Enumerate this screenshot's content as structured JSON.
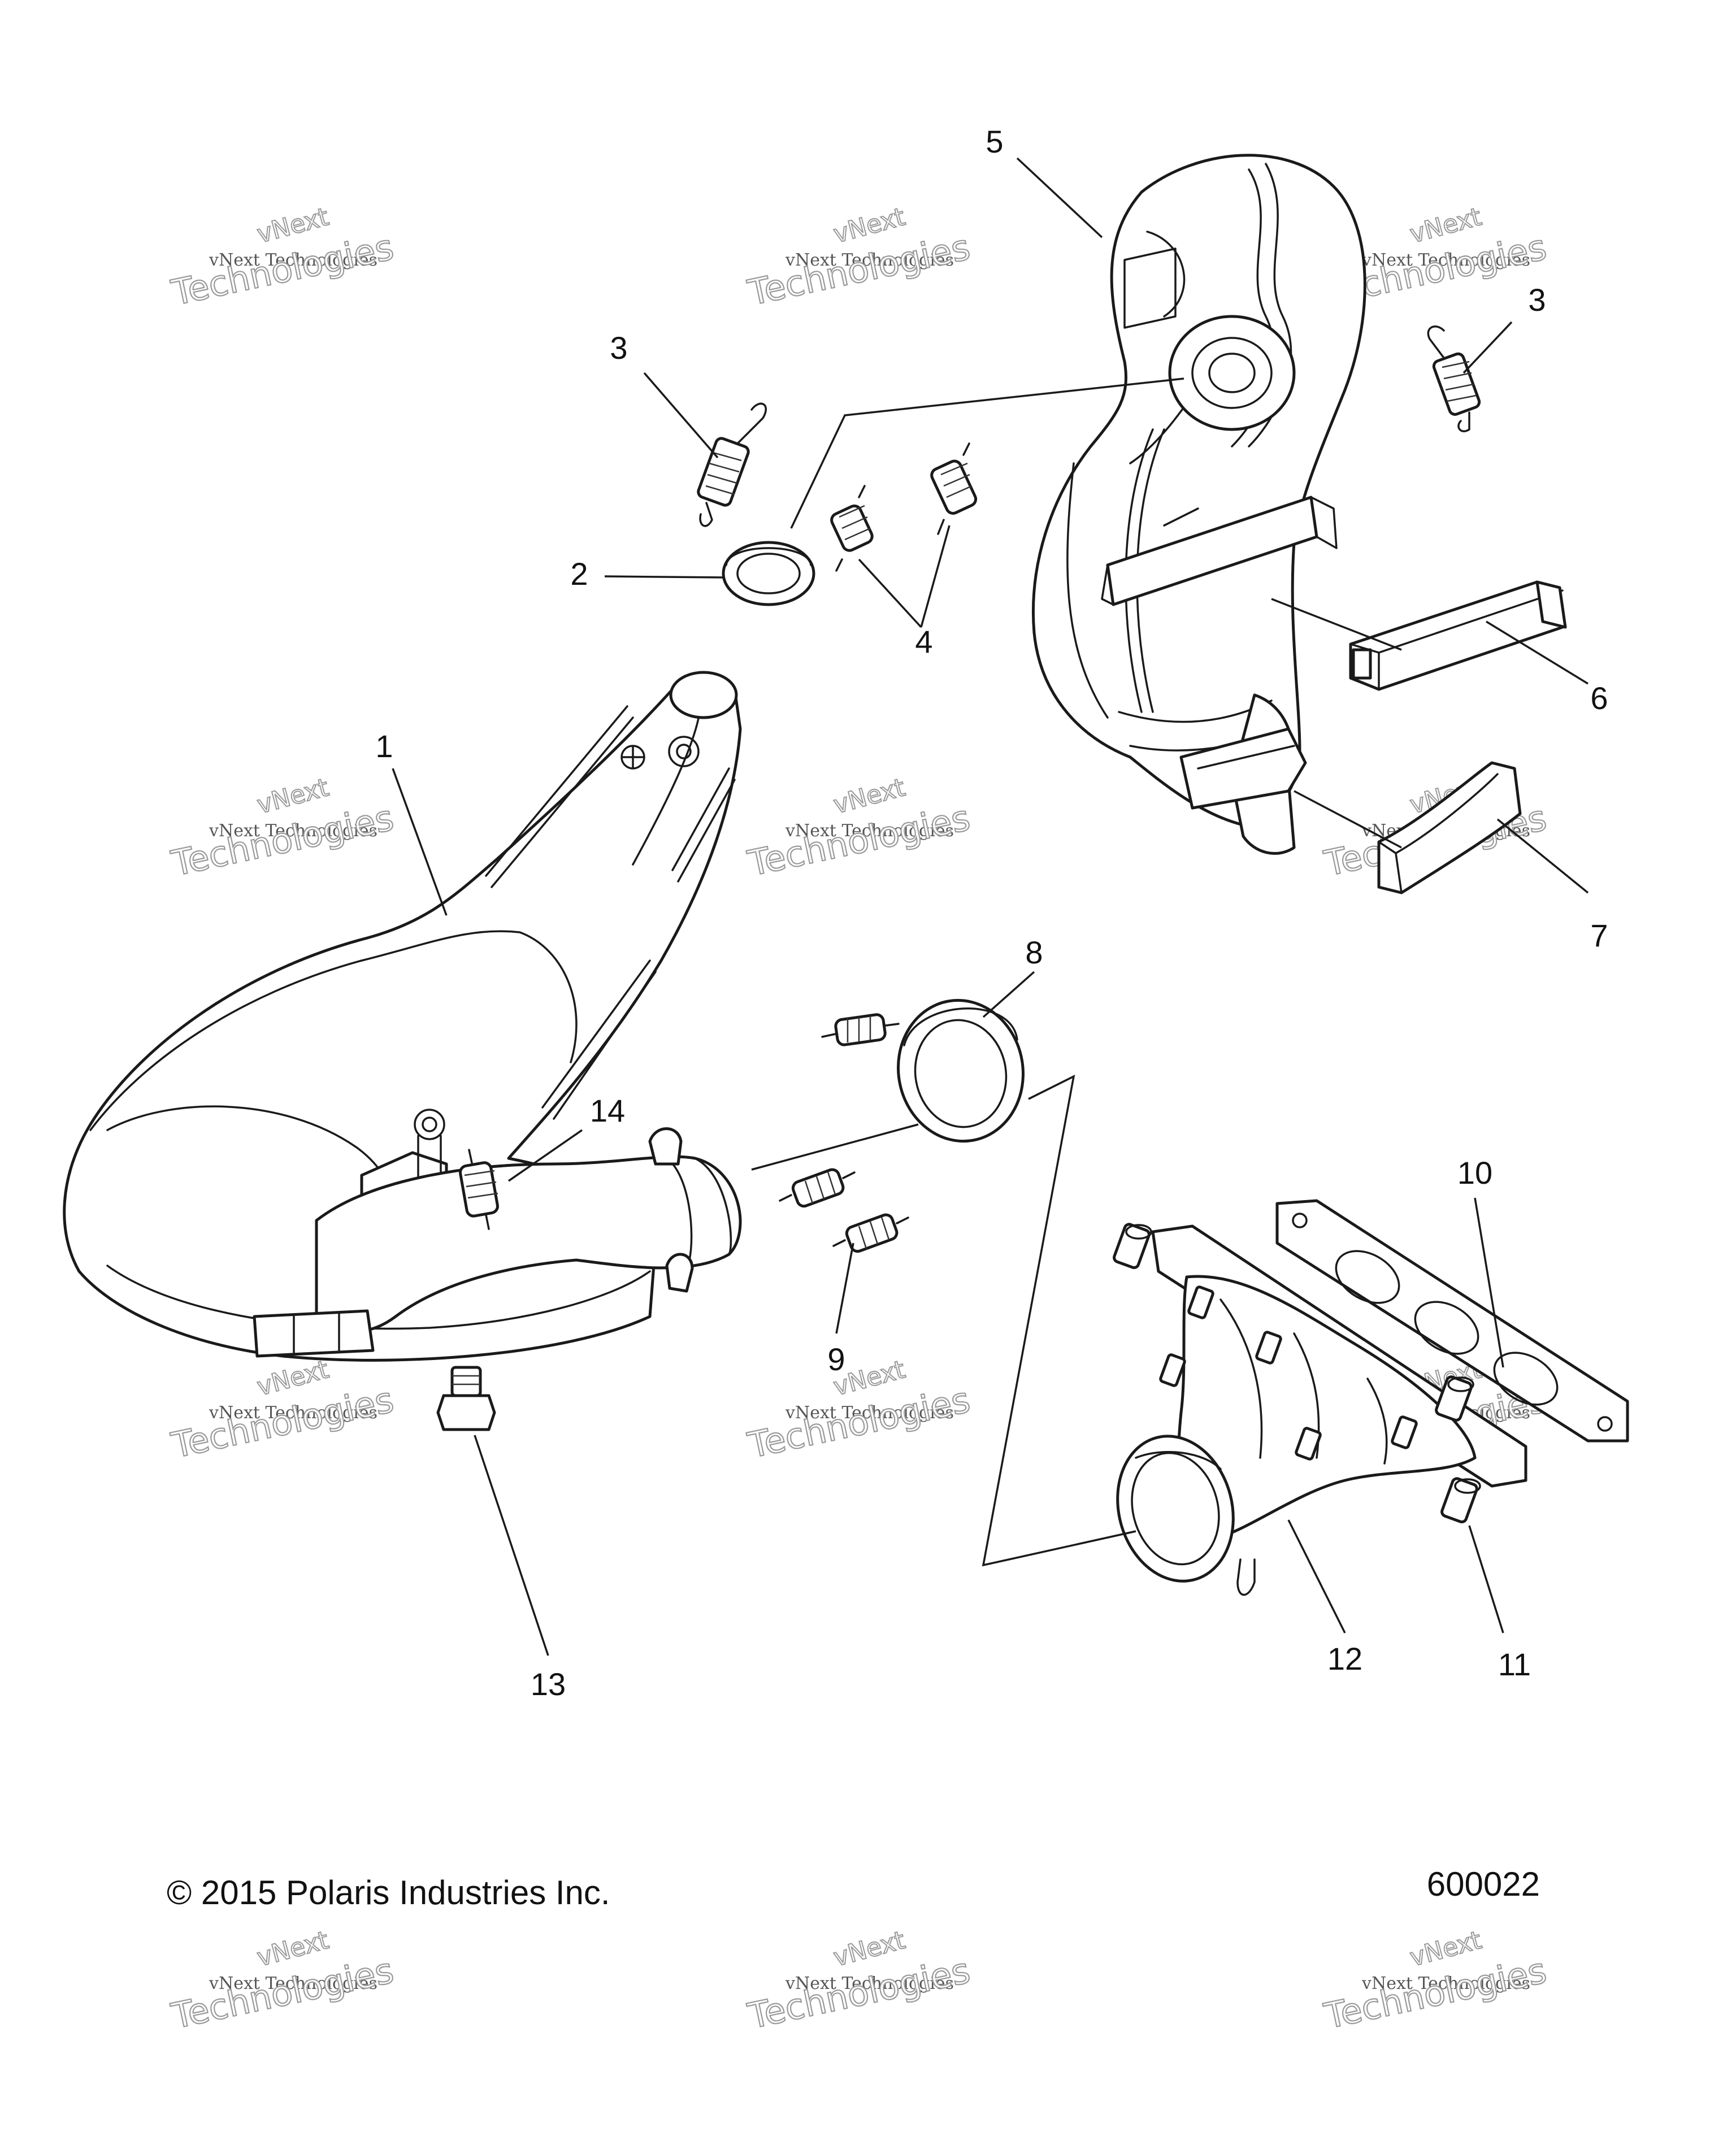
{
  "callouts": [
    {
      "label": "1"
    },
    {
      "label": "2"
    },
    {
      "label": "3"
    },
    {
      "label": "3"
    },
    {
      "label": "4"
    },
    {
      "label": "5"
    },
    {
      "label": "6"
    },
    {
      "label": "7"
    },
    {
      "label": "8"
    },
    {
      "label": "9"
    },
    {
      "label": "10"
    },
    {
      "label": "11"
    },
    {
      "label": "12"
    },
    {
      "label": "13"
    },
    {
      "label": "14"
    }
  ],
  "footer": {
    "copyright": "© 2015 Polaris Industries Inc.",
    "diagram_number": "600022"
  },
  "watermark": {
    "line1": "vNext",
    "line2": "vNext Technologies",
    "line3": "Technologies"
  }
}
